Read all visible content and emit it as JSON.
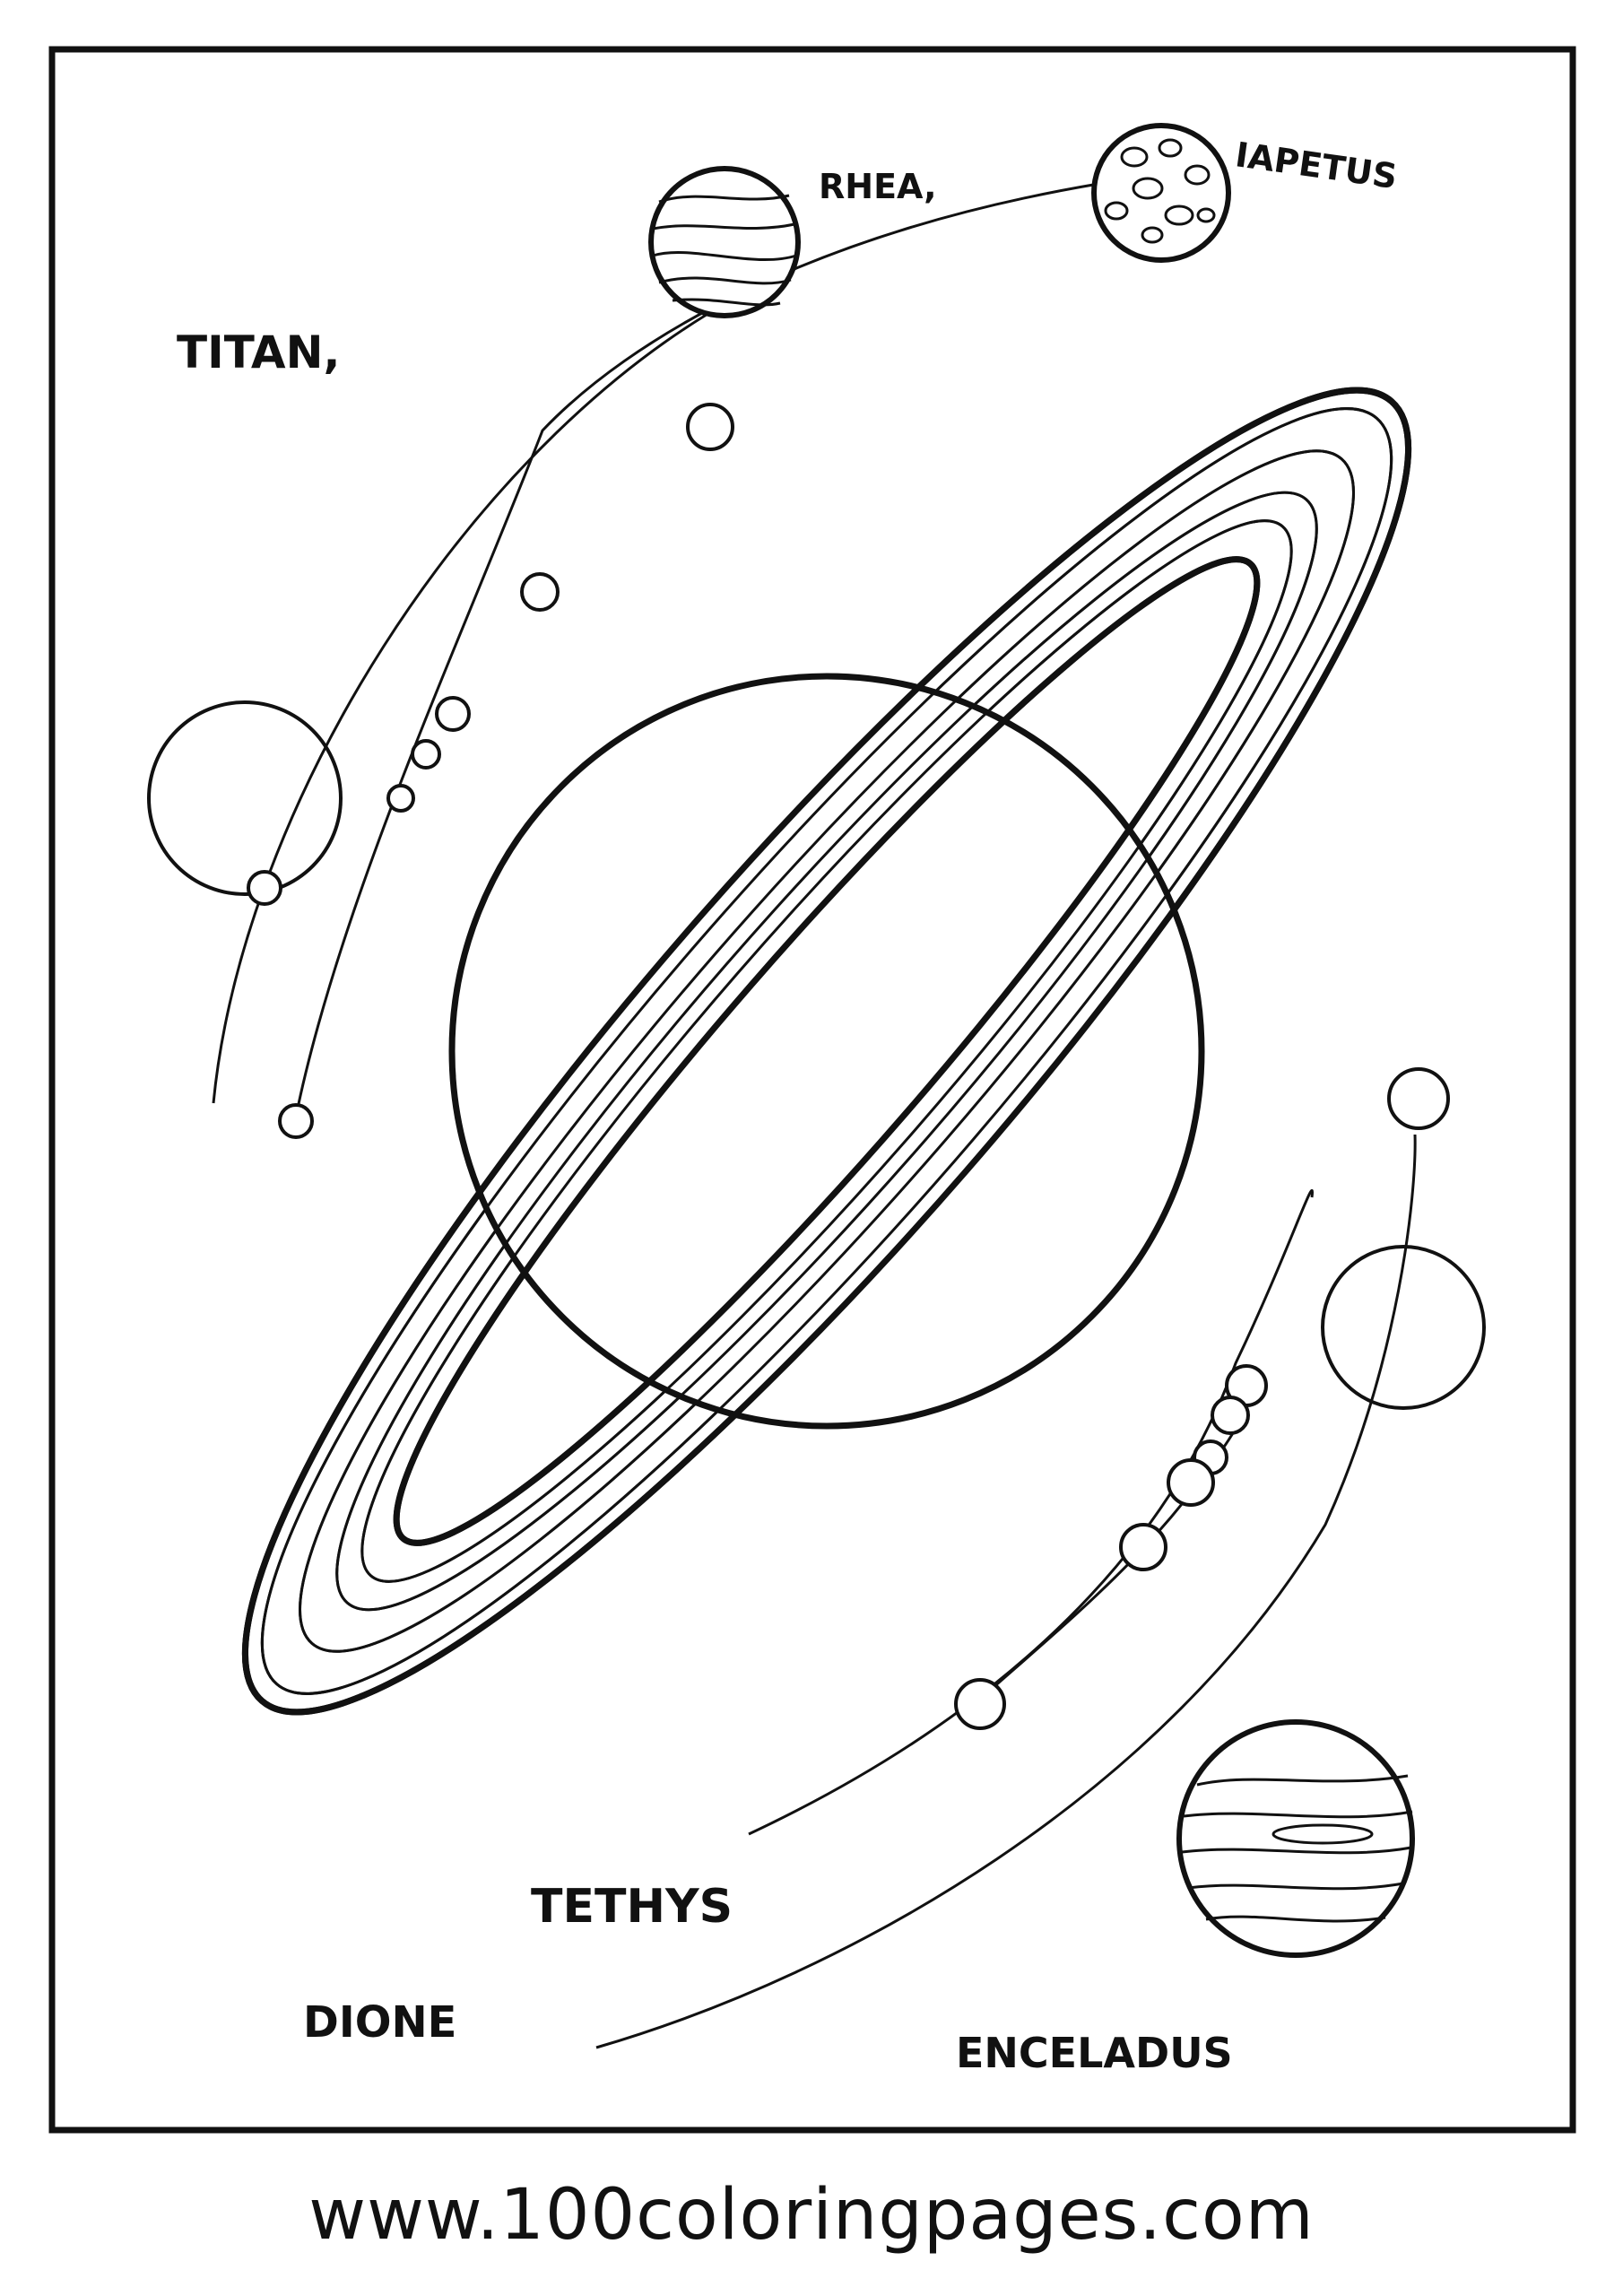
{
  "labels": {
    "titan": "TITAN,",
    "rhea": "RHEA,",
    "iapetus": "IAPETUS",
    "tethys": "TETHYS",
    "dione": "DIONE",
    "enceladus": "ENCELADUS"
  },
  "footer": {
    "url": "www.100coloringpages.com"
  },
  "colors": {
    "ink": "#111111",
    "paper": "#ffffff"
  },
  "icons": [
    "saturn-illustration",
    "moon-icon"
  ]
}
